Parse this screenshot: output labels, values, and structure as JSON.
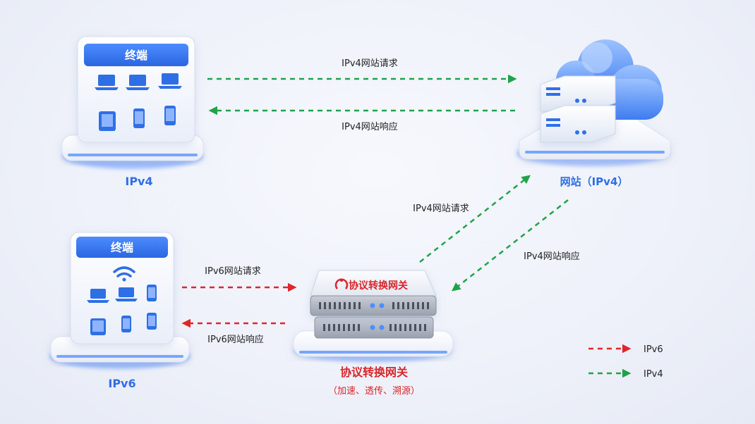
{
  "nodes": {
    "ipv4_terminal": {
      "panel_title": "终端",
      "caption": "IPv4"
    },
    "ipv6_terminal": {
      "panel_title": "终端",
      "caption": "IPv6"
    },
    "website": {
      "caption": "网站（IPv4）"
    },
    "gateway": {
      "device_label": "协议转换网关",
      "caption": "协议转换网关",
      "subcaption": "（加速、透传、溯源）"
    }
  },
  "edges": {
    "ipv4_request": "IPv4网站请求",
    "ipv4_response": "IPv4网站响应",
    "gw_ipv4_request": "IPv4网站请求",
    "gw_ipv4_response": "IPv4网站响应",
    "ipv6_request": "IPv6网站请求",
    "ipv6_response": "IPv6网站响应"
  },
  "legend": {
    "ipv6": "IPv6",
    "ipv4": "IPv4"
  },
  "colors": {
    "ipv6_arrow": "#e0262b",
    "ipv4_arrow": "#1fa34a",
    "accent_blue": "#2f6fe6",
    "gateway_red": "#d8262b"
  }
}
